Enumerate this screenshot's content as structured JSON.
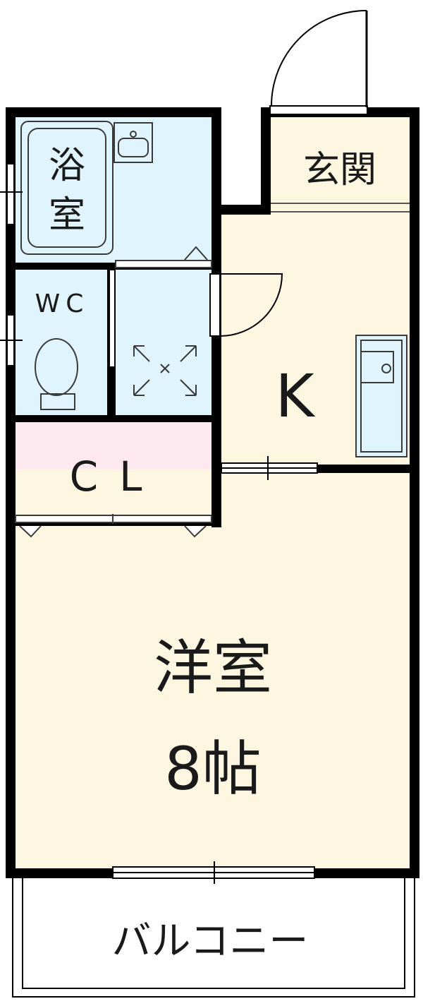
{
  "rooms": {
    "bath": "浴室",
    "entrance": "玄関",
    "wc": "WC",
    "kitchen": "K",
    "closet": "CL",
    "western": "洋室",
    "western_size": "8帖",
    "balcony": "バルコニー"
  },
  "colors": {
    "wall": "#000000",
    "bath_fill": "#dff4fc",
    "living_fill": "#fdf6e0",
    "closet_fill": "#fde8ef",
    "fixture_stroke": "#3a3a3a"
  }
}
